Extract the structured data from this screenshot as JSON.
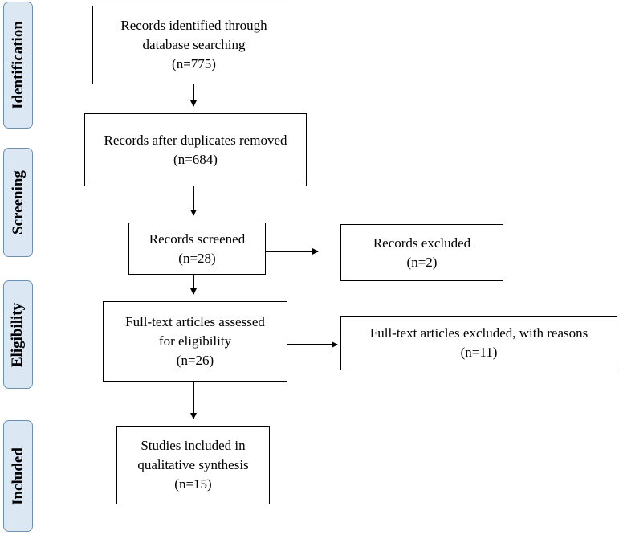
{
  "stages": {
    "identification": "Identification",
    "screening": "Screening",
    "eligibility": "Eligibility",
    "included": "Included"
  },
  "boxes": {
    "identified": {
      "lines": [
        "Records identified through",
        "database searching",
        "(n=775)"
      ]
    },
    "after_duplicates": {
      "lines": [
        "Records after duplicates removed",
        "(n=684)"
      ]
    },
    "screened": {
      "lines": [
        "Records screened",
        "(n=28)"
      ]
    },
    "excluded": {
      "lines": [
        "Records excluded",
        "(n=2)"
      ]
    },
    "fulltext_assessed": {
      "lines": [
        "Full-text articles assessed",
        "for eligibility",
        "(n=26)"
      ]
    },
    "fulltext_excluded": {
      "lines": [
        "Full-text articles excluded, with reasons",
        "(n=11)"
      ]
    },
    "included_studies": {
      "lines": [
        "Studies included in",
        "qualitative synthesis",
        "(n=15)"
      ]
    }
  }
}
